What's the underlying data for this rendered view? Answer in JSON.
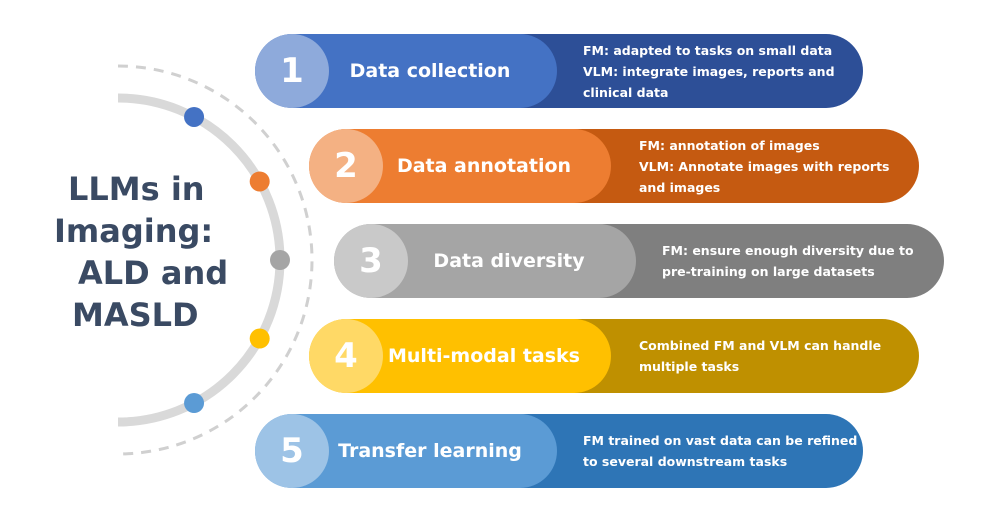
{
  "title": {
    "lines": [
      "LLMs in",
      "Imaging:",
      "ALD and",
      "MASLD"
    ]
  },
  "items": [
    {
      "number": "1",
      "label": "Data collection",
      "desc": [
        "FM: adapted to tasks on small data",
        "VLM: integrate images, reports and",
        "clinical data"
      ],
      "colors": {
        "dark": "#2d4f97",
        "main": "#4472c4",
        "circle": "#8eaadb"
      }
    },
    {
      "number": "2",
      "label": "Data annotation",
      "desc": [
        "FM: annotation of images",
        "VLM: Annotate images with reports",
        "and images"
      ],
      "colors": {
        "dark": "#c55a11",
        "main": "#ed7d31",
        "circle": "#f4b183"
      }
    },
    {
      "number": "3",
      "label": "Data diversity",
      "desc": [
        "FM: ensure enough diversity due to",
        "pre-training on large datasets"
      ],
      "colors": {
        "dark": "#7f7f7f",
        "main": "#a5a5a5",
        "circle": "#c9c9c9"
      }
    },
    {
      "number": "4",
      "label": "Multi-modal tasks",
      "desc": [
        "Combined FM and VLM can handle",
        "multiple tasks"
      ],
      "colors": {
        "dark": "#bf9000",
        "main": "#ffc000",
        "circle": "#ffd966"
      }
    },
    {
      "number": "5",
      "label": "Transfer learning",
      "desc": [
        "FM trained on vast data can be refined",
        "to several downstream tasks"
      ],
      "colors": {
        "dark": "#2e75b6",
        "main": "#5b9bd5",
        "circle": "#9dc3e6"
      }
    }
  ],
  "dot_colors": [
    "#4472c4",
    "#ed7d31",
    "#a5a5a5",
    "#ffc000",
    "#5b9bd5"
  ],
  "arc_colors": {
    "solid": "#d9d9d9",
    "dashed": "#d0d0d0"
  }
}
